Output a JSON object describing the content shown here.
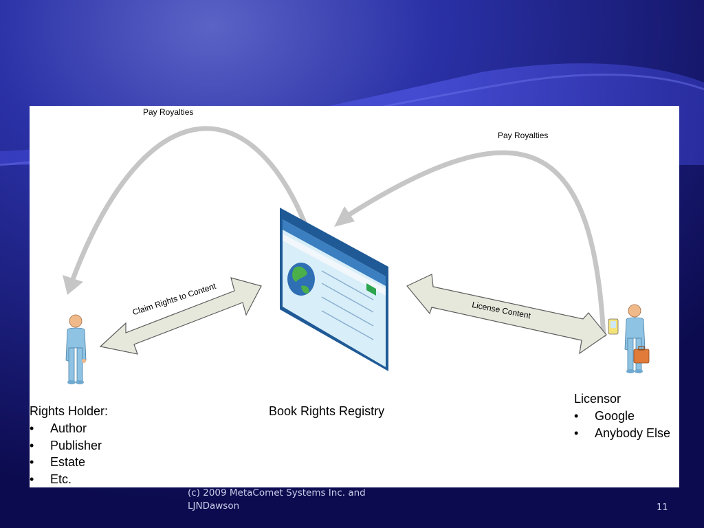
{
  "slide": {
    "diagram": {
      "arrow_pay_left": "Pay Royalties",
      "arrow_pay_right": "Pay Royalties",
      "arrow_claim": "Claim Rights to Content",
      "arrow_license": "License Content",
      "center_title": "Book Rights Registry",
      "rights_holder": {
        "title": "Rights Holder:",
        "items": [
          "Author",
          "Publisher",
          "Estate",
          "Etc."
        ]
      },
      "licensor": {
        "title": "Licensor",
        "items": [
          "Google",
          "Anybody Else"
        ]
      }
    },
    "footer": {
      "copyright": "(c) 2009 MetaComet Systems Inc. and LJNDawson",
      "page_number": "11"
    }
  },
  "colors": {
    "background_dark": "#0c0b4f",
    "background_mid": "#2a31a6",
    "wave": "#4a4fd0",
    "arrow_gray": "#c6c6c6",
    "arrow_fill": "#e6e8dc",
    "person_blue": "#8ec3e4"
  },
  "icons": [
    "user-icon",
    "browser-window-icon",
    "globe-icon",
    "pda-icon",
    "briefcase-icon"
  ]
}
